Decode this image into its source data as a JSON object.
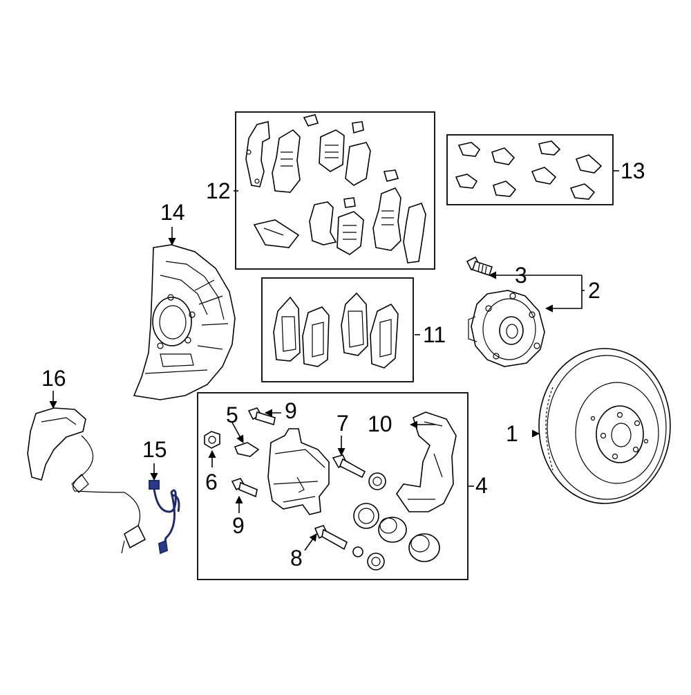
{
  "callouts": {
    "c1": "1",
    "c2": "2",
    "c3": "3",
    "c4": "4",
    "c5": "5",
    "c6": "6",
    "c7": "7",
    "c8": "8",
    "c9a": "9",
    "c9b": "9",
    "c10": "10",
    "c11": "11",
    "c12": "12",
    "c13": "13",
    "c14": "14",
    "c15": "15",
    "c16": "16"
  },
  "colors": {
    "line": "#000000",
    "highlight": "#1d2b6b",
    "background": "#ffffff"
  }
}
